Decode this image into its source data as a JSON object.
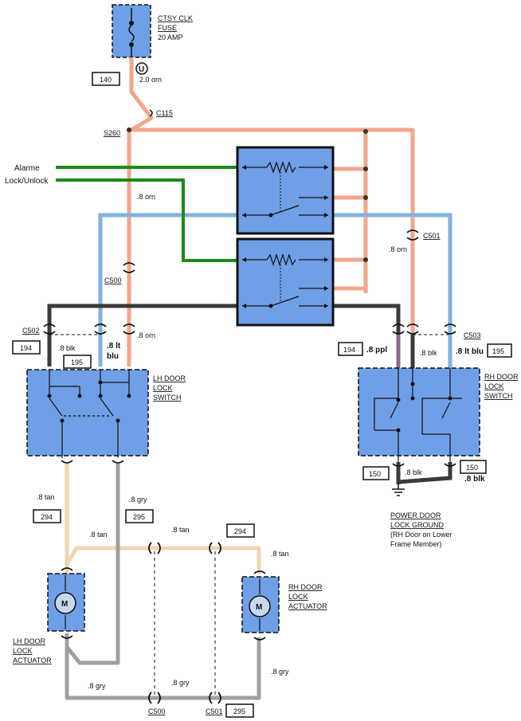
{
  "fuse": {
    "line1": "CTSY CLK",
    "line2": "FUSE",
    "line3": "20 AMP"
  },
  "connectors": {
    "c115": "C115",
    "s260": "S260",
    "c500": "C500",
    "c501": "C501",
    "c502": "C502",
    "c503": "C503"
  },
  "circuits": {
    "c140": "140",
    "c194": "194",
    "c195": "195",
    "c294": "294",
    "c295": "295",
    "c150": "150"
  },
  "wires": {
    "orn20": "2.0 orn",
    "orn08": ".8 orn",
    "blk08": ".8 blk",
    "ltblu1": ".8 lt",
    "ltblu2": "blu",
    "ltblu_r": ".8 lt blu",
    "ppl08": ".8 ppl",
    "tan08": ".8 tan",
    "gry08": ".8 gry"
  },
  "signals": {
    "alarm": "Alarme",
    "lock": "Lock/Unlock"
  },
  "components": {
    "lh_switch": [
      "LH DOOR",
      "LOCK",
      "SWITCH"
    ],
    "rh_switch": [
      "RH DOOR",
      "LOCK",
      "SWITCH"
    ],
    "rh_actuator": [
      "RH DOOR",
      "LOCK",
      "ACTUATOR"
    ],
    "lh_actuator": [
      "LH DOOR",
      "LOCK",
      "ACTUATOR"
    ],
    "motor": "M"
  },
  "ground": {
    "line1": "POWER DOOR",
    "line2": "LOCK GROUND",
    "line3": "(RH Door on Lower",
    "line4": "Frame Member)"
  },
  "fuse_marker": "U",
  "colors": {
    "orange": "#f4a58a",
    "blue": "#7fb2e0",
    "black": "#3a3a3a",
    "green": "#1a8a1a",
    "tan": "#f1d3b3",
    "gray": "#a0a0a0",
    "purple": "#8a6a8a",
    "box": "#6f9fe6"
  }
}
